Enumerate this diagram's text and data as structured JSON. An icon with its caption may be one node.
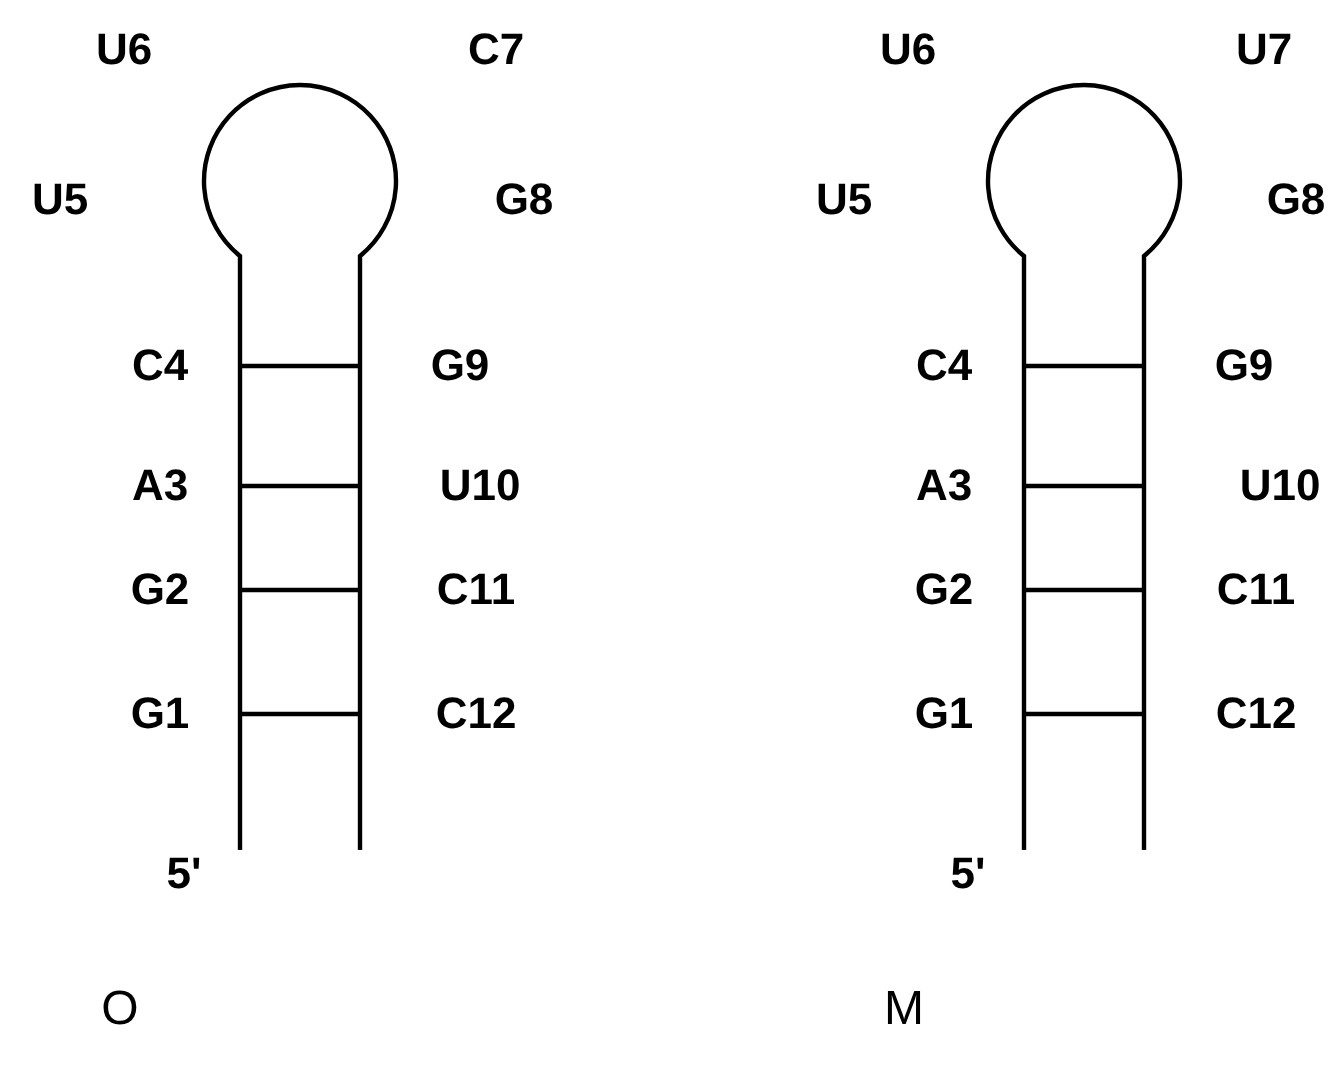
{
  "diagram": {
    "labels": [
      "U6",
      "C7",
      "U5",
      "G8",
      "C4",
      "G9",
      "A3",
      "U10",
      "G2",
      "C11",
      "G1",
      "C12",
      "5'",
      "O",
      "U6",
      "U7",
      "U5",
      "G8",
      "C4",
      "G9",
      "A3",
      "U10",
      "G2",
      "C11",
      "G1",
      "C12",
      "5'",
      "M"
    ]
  }
}
